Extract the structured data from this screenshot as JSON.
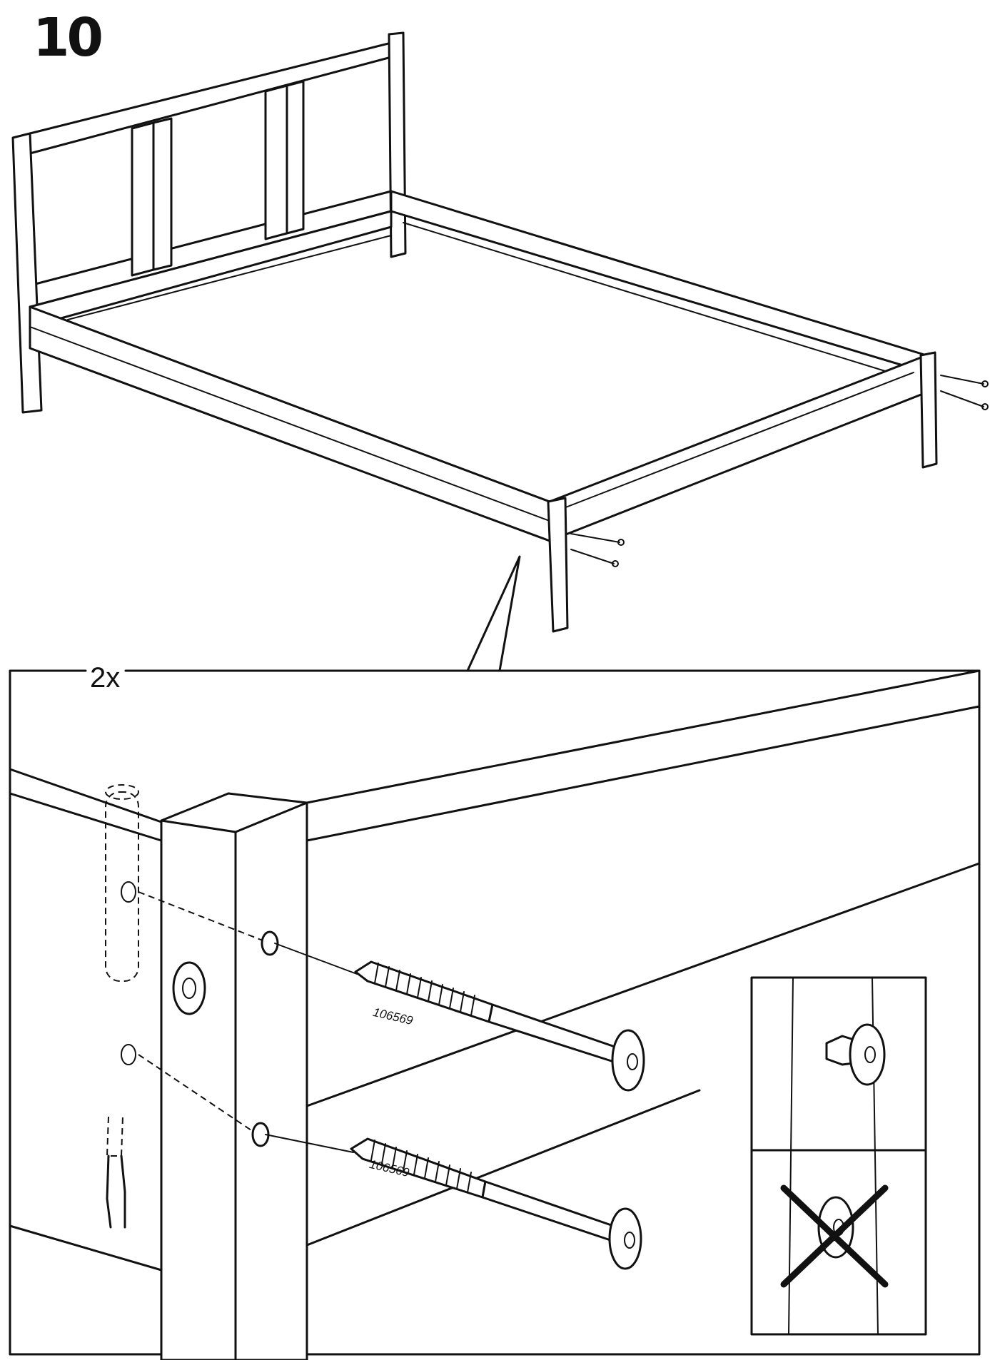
{
  "step": {
    "number": "10"
  },
  "detail": {
    "quantity": "2x"
  },
  "parts": [
    {
      "part_number": "106569"
    },
    {
      "part_number": "106569"
    }
  ],
  "icons": {
    "correct_example": "bolt-flush-icon",
    "incorrect_example": "bolt-crossed-icon"
  },
  "colors": {
    "ink": "#111111",
    "paper": "#ffffff"
  }
}
